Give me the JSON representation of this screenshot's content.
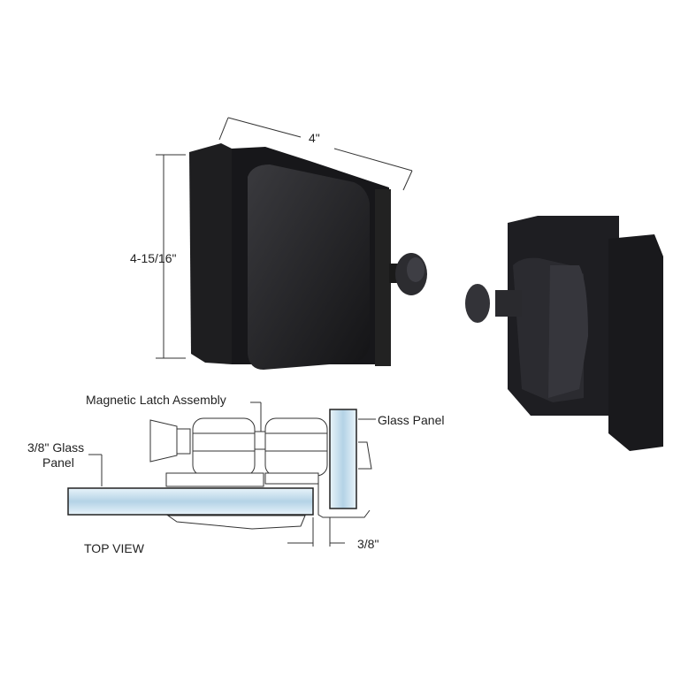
{
  "dimensions": {
    "width_label": "4\"",
    "height_label": "4-15/16\""
  },
  "callouts": {
    "magnetic_latch": "Magnetic Latch Assembly",
    "glass_panel": "Glass Panel",
    "glass_thickness_line1": "3/8\" Glass",
    "glass_thickness_line2": "Panel",
    "gap": "3/8\"",
    "view_label": "TOP VIEW"
  },
  "colors": {
    "hardware": "#1c1c1e",
    "glass": "#b9d6e8",
    "line": "#333333"
  }
}
